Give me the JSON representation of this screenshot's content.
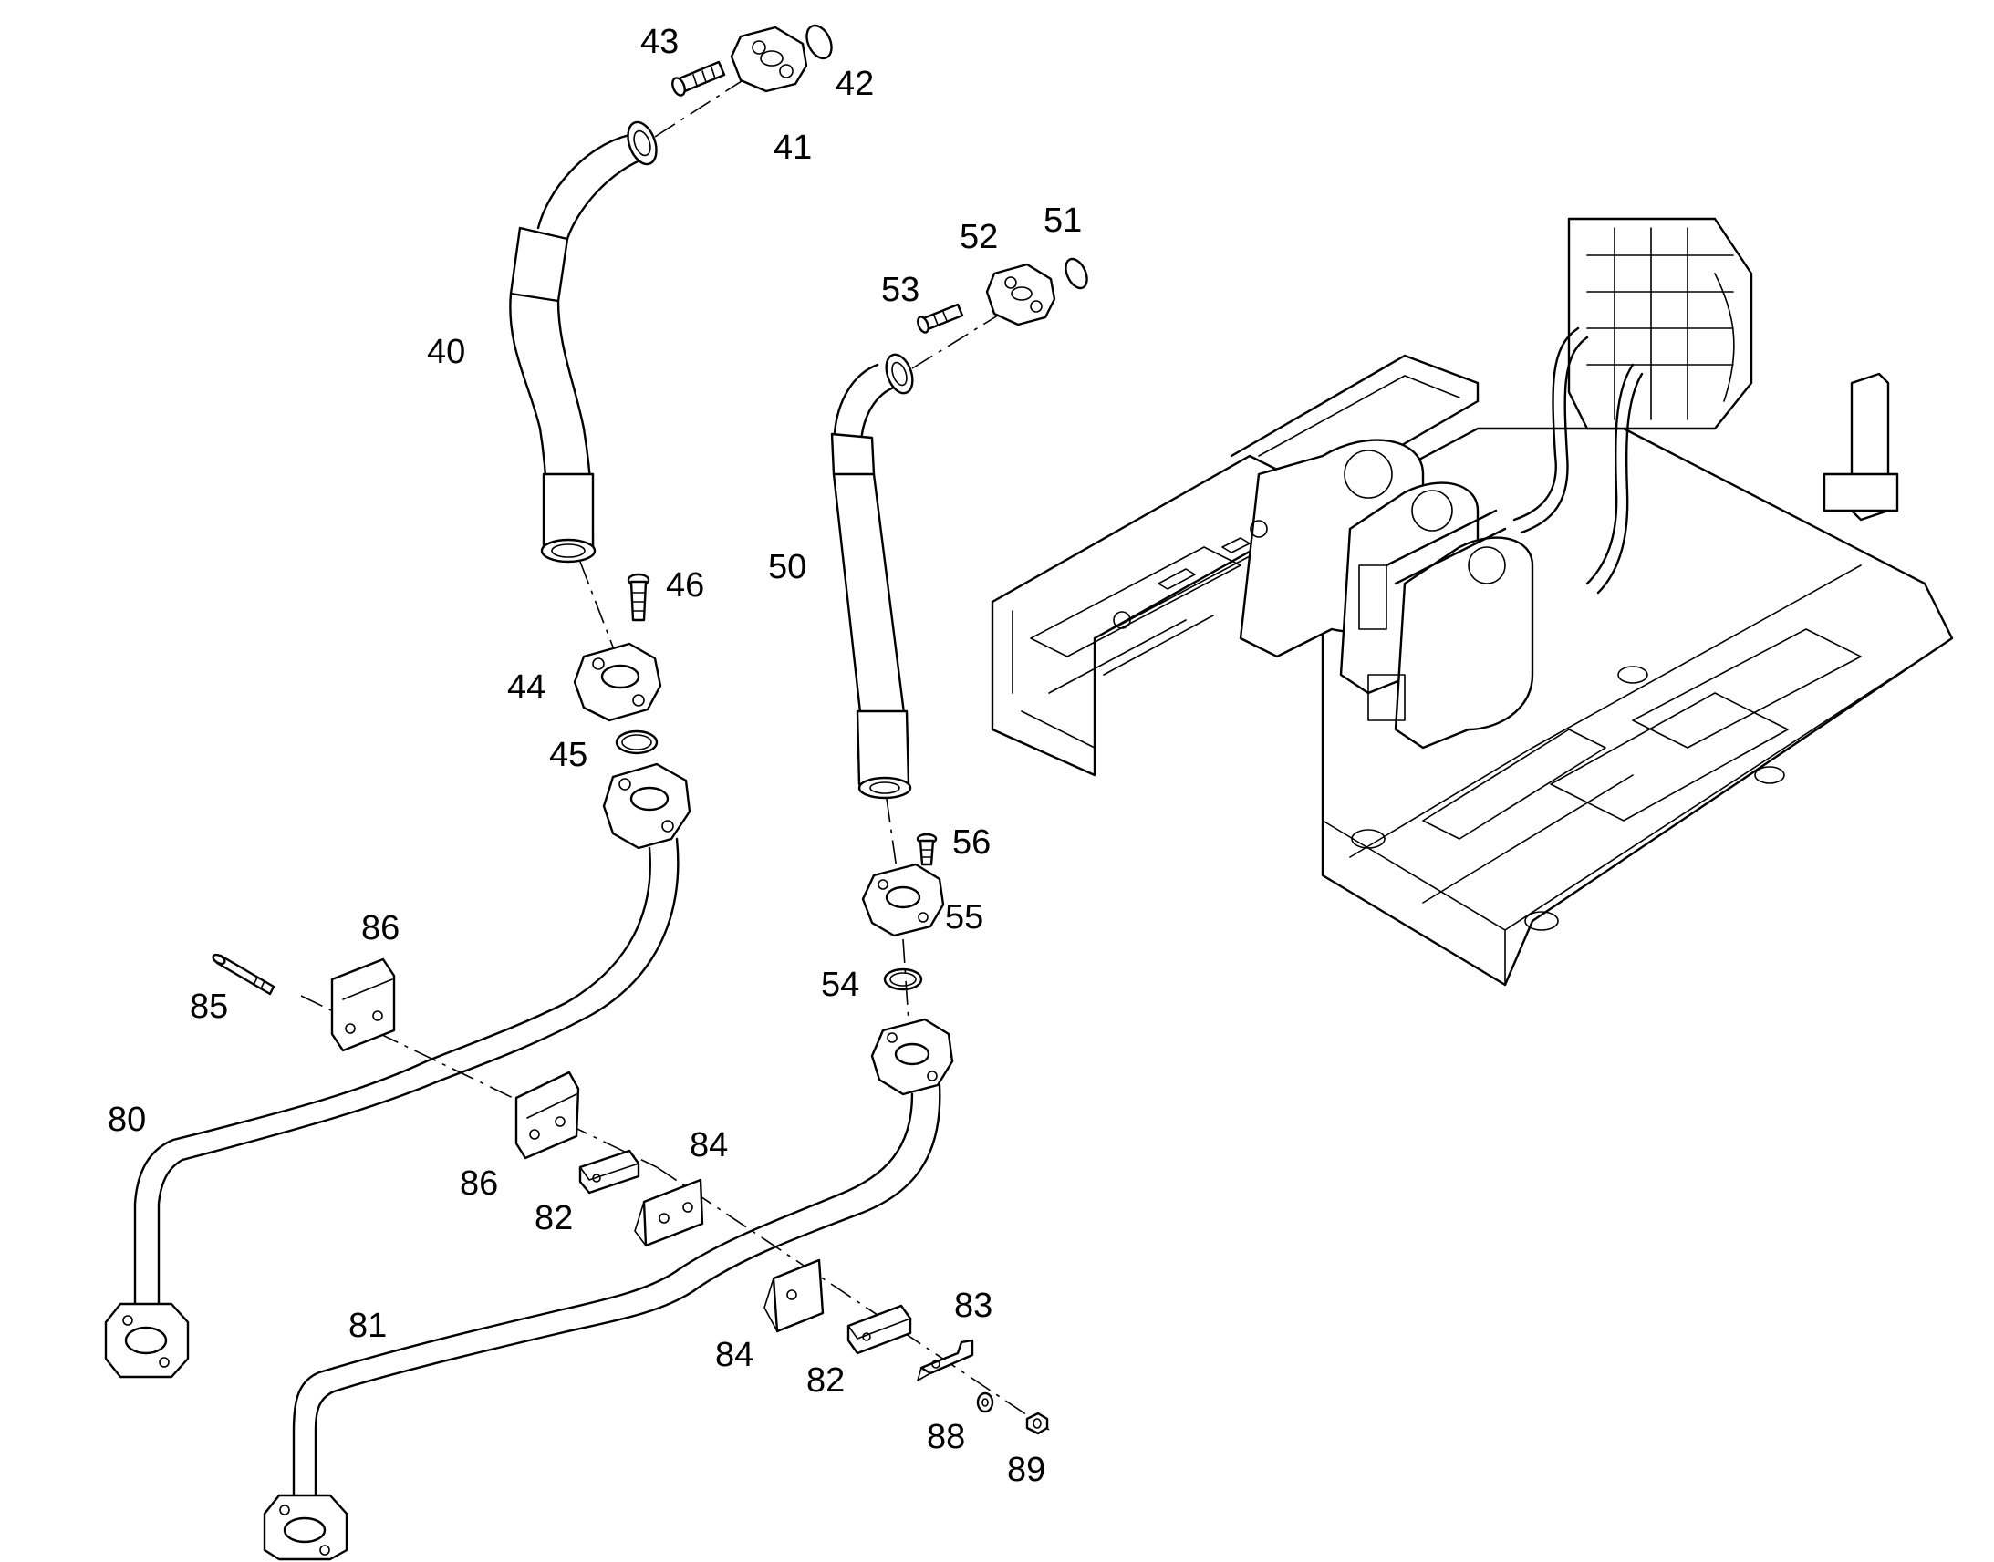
{
  "labels": {
    "p40": "40",
    "p41": "41",
    "p42": "42",
    "p43": "43",
    "p44": "44",
    "p45": "45",
    "p46": "46",
    "p50": "50",
    "p51": "51",
    "p52": "52",
    "p53": "53",
    "p54": "54",
    "p55": "55",
    "p56": "56",
    "p80": "80",
    "p81": "81",
    "p82a": "82",
    "p82b": "82",
    "p83": "83",
    "p84a": "84",
    "p84b": "84",
    "p85": "85",
    "p86a": "86",
    "p86b": "86",
    "p88": "88",
    "p89": "89"
  },
  "colors": {
    "line": "#000000",
    "background": "#ffffff"
  }
}
